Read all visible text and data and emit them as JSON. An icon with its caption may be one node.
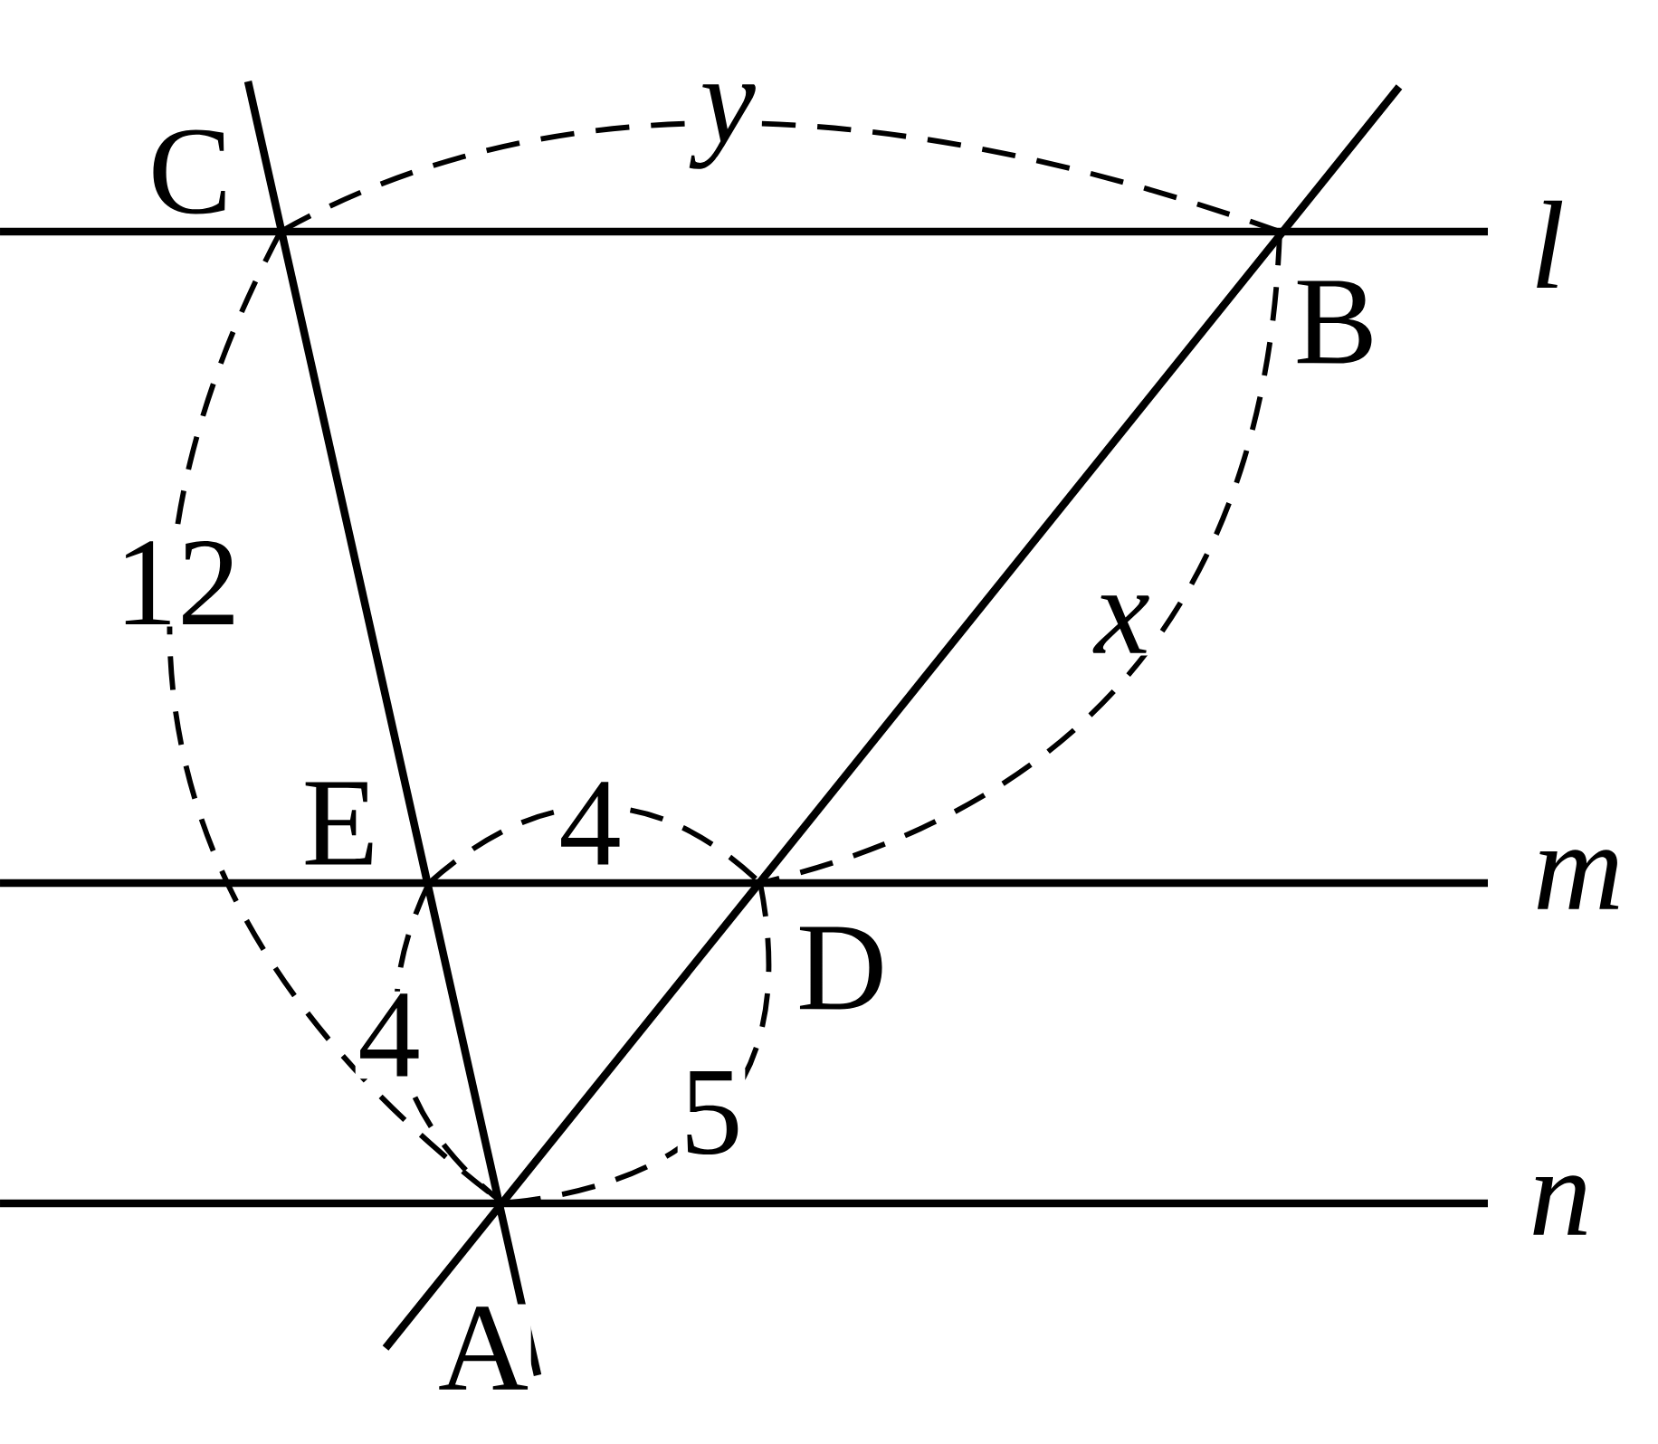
{
  "diagram": {
    "labels": [
      "C",
      "y",
      "l",
      "B",
      "12",
      "x",
      "E",
      "4",
      "m",
      "D",
      "4",
      "5",
      "n",
      "A"
    ]
  }
}
